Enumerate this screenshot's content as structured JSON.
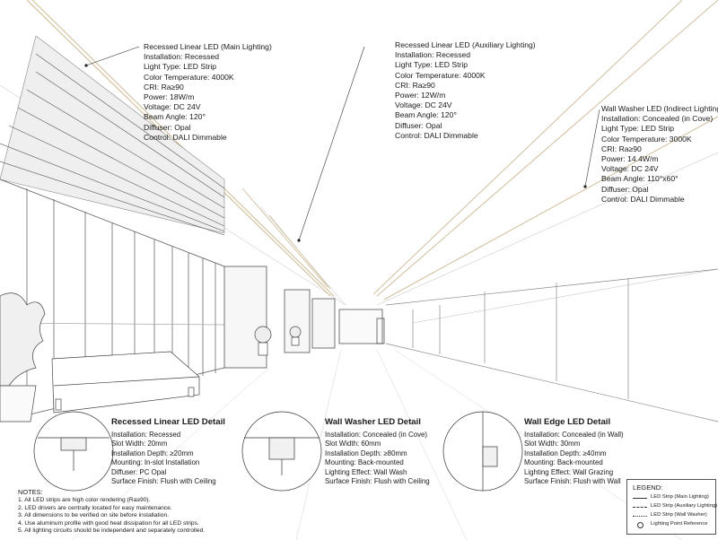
{
  "callouts": {
    "main": {
      "title": "Recessed Linear LED (Main Lighting)",
      "lines": [
        "Installation: Recessed",
        "Light Type: LED Strip",
        "Color Temperature: 4000K",
        "CRI: Ra≥90",
        "Power: 18W/m",
        "Voltage: DC 24V",
        "Beam Angle: 120°",
        "Diffuser: Opal",
        "Control: DALI Dimmable"
      ]
    },
    "aux": {
      "title": "Recessed Linear LED (Auxiliary Lighting)",
      "lines": [
        "Installation: Recessed",
        "Light Type: LED Strip",
        "Color Temperature: 4000K",
        "CRI: Ra≥90",
        "Power: 12W/m",
        "Voltage: DC 24V",
        "Beam Angle: 120°",
        "Diffuser: Opal",
        "Control: DALI Dimmable"
      ]
    },
    "washer": {
      "title": "Wall Washer LED (Indirect Lighting)",
      "lines": [
        "Installation: Concealed (in Cove)",
        "Light Type: LED Strip",
        "Color Temperature: 3000K",
        "CRI: Ra≥90",
        "Power: 14.4W/m",
        "Voltage: DC 24V",
        "Beam Angle: 110°x60°",
        "Diffuser: Opal",
        "Control: DALI Dimmable"
      ]
    }
  },
  "details": [
    {
      "title": "Recessed Linear LED Detail",
      "lines": [
        "Installation: Recessed",
        "Slot Width: 20mm",
        "Installation Depth: ≥20mm",
        "Mounting: In-slot Installation",
        "Diffuser: PC Opal",
        "Surface Finish: Flush with Ceiling"
      ]
    },
    {
      "title": "Wall Washer LED Detail",
      "lines": [
        "Installation: Concealed (in Cove)",
        "Slot Width: 60mm",
        "Installation Depth: ≥80mm",
        "Mounting: Back-mounted",
        "Lighting Effect: Wall Wash",
        "Surface Finish: Flush with Ceiling"
      ]
    },
    {
      "title": "Wall Edge LED Detail",
      "lines": [
        "Installation: Concealed (in Wall)",
        "Slot Width: 30mm",
        "Installation Depth: ≥40mm",
        "Mounting: Back-mounted",
        "Lighting Effect: Wall Grazing",
        "Surface Finish: Flush with Wall"
      ]
    }
  ],
  "notes": {
    "title": "NOTES:",
    "items": [
      "1. All LED strips are high color rendering (Ra≥90).",
      "2. LED drivers are centrally located for easy maintenance.",
      "3. All dimensions to be verified on site before installation.",
      "4. Use aluminum profile with good heat dissipation for all LED strips.",
      "5. All lighting circuits should be independent and separately controlled."
    ]
  },
  "legend": {
    "title": "LEGEND:",
    "items": [
      {
        "label": "LED Strip (Main Lighting)",
        "style": "solid"
      },
      {
        "label": "LED Strip (Auxiliary Lighting)",
        "style": "dashed"
      },
      {
        "label": "LED Strip (Wall Washer)",
        "style": "dashdot"
      },
      {
        "label": "Lighting Point Reference",
        "style": "circle"
      }
    ]
  },
  "colors": {
    "line": "#333333",
    "light_line": "#b9b9b9",
    "led_glow": "#f3e6c8"
  }
}
